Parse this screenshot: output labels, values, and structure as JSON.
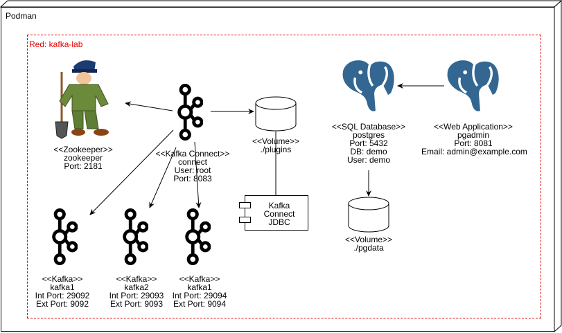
{
  "outer_label": "Podman",
  "network_label": "Red: kafka-lab",
  "zookeeper": {
    "stereotype": "<<Zookeeper>>",
    "name": "zookeeper",
    "port": "Port: 2181"
  },
  "connect": {
    "stereotype": "<<Kafka Connect>>",
    "name": "connect",
    "user": "User: root",
    "port": "Port: 8083"
  },
  "plugins_volume": {
    "stereotype": "<<Volume>>",
    "path": "./plugins"
  },
  "jdbc_component": {
    "line1": "Kafka",
    "line2": "Connect",
    "line3": "JDBC"
  },
  "postgres": {
    "stereotype": "<<SQL Database>>",
    "name": "postgres",
    "port": "Port: 5432",
    "db": "DB: demo",
    "user": "User: demo"
  },
  "pgdata_volume": {
    "stereotype": "<<Volume>>",
    "path": "./pgdata"
  },
  "pgadmin": {
    "stereotype": "<<Web Application>>",
    "name": "pgadmin",
    "port": "Port: 8081",
    "email": "Email: admin@example.com"
  },
  "kafka_brokers": [
    {
      "stereotype": "<<Kafka>>",
      "name": "kafka1",
      "int_port": "Int Port: 29092",
      "ext_port": "Ext Port: 9092"
    },
    {
      "stereotype": "<<Kafka>>",
      "name": "kafka2",
      "int_port": "Int Port: 29093",
      "ext_port": "Ext Port: 9093"
    },
    {
      "stereotype": "<<Kafka>>",
      "name": "kafka1",
      "int_port": "Int Port: 29094",
      "ext_port": "Ext Port: 9094"
    }
  ],
  "colors": {
    "network_border": "#e00000",
    "postgres_blue": "#336791",
    "zookeeper_green": "#6b8a3a",
    "line": "#000000"
  },
  "icons": {
    "zookeeper": "zookeeper-mascot-icon",
    "kafka": "kafka-logo-icon",
    "postgres": "postgres-elephant-icon",
    "volume": "cylinder-icon",
    "component": "uml-component-icon"
  }
}
